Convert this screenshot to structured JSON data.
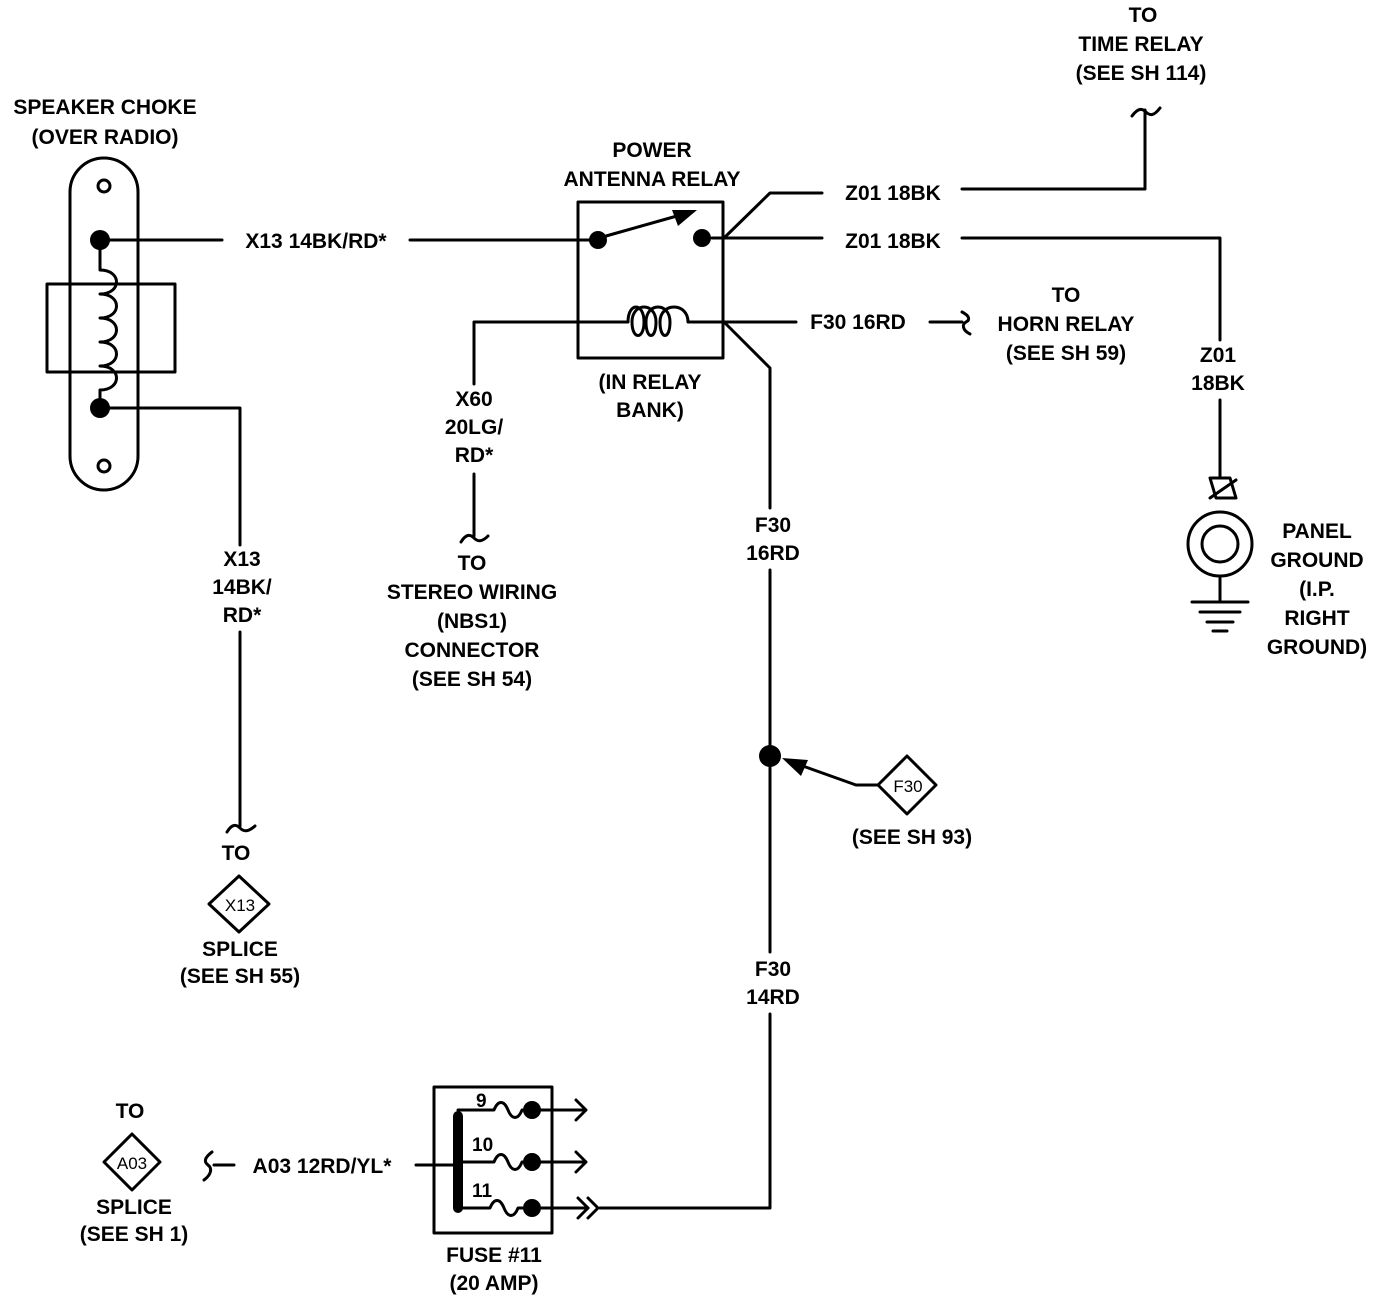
{
  "speaker_choke": {
    "title": "SPEAKER CHOKE",
    "subtitle": "(OVER RADIO)"
  },
  "relay": {
    "title_1": "POWER",
    "title_2": "ANTENNA RELAY",
    "loc_1": "(IN RELAY",
    "loc_2": "BANK)"
  },
  "wires": {
    "x13_top": "X13 14BK/RD*",
    "x13_side": [
      "X13",
      "14BK/",
      "RD*"
    ],
    "z01_top": "Z01 18BK",
    "z01_mid": "Z01 18BK",
    "z01_side": [
      "Z01",
      "18BK"
    ],
    "f30_horn": "F30 16RD",
    "x60": [
      "X60",
      "20LG/",
      "RD*"
    ],
    "f30_16": [
      "F30",
      "16RD"
    ],
    "f30_14": [
      "F30",
      "14RD"
    ],
    "a03": "A03 12RD/YL*"
  },
  "destinations": {
    "time_relay": [
      "TO",
      "TIME RELAY",
      "(SEE SH 114)"
    ],
    "horn_relay": [
      "TO",
      "HORN RELAY",
      "(SEE SH 59)"
    ],
    "stereo": [
      "TO",
      "STEREO WIRING",
      "(NBS1)",
      "CONNECTOR",
      "(SEE SH 54)"
    ],
    "x13_splice": {
      "to": "TO",
      "code": "X13",
      "lines": [
        "SPLICE",
        "(SEE SH  55)"
      ]
    },
    "f30_ref": {
      "code": "F30",
      "see": "(SEE SH 93)"
    },
    "a03_splice": {
      "to": "TO",
      "code": "A03",
      "lines": [
        "SPLICE",
        "(SEE SH  1)"
      ]
    }
  },
  "ground": [
    "PANEL",
    "GROUND",
    "(I.P.",
    "RIGHT",
    "GROUND)"
  ],
  "fuse_block": {
    "numbers": [
      "9",
      "10",
      "11"
    ],
    "title": "FUSE #11",
    "rating": "(20 AMP)"
  }
}
